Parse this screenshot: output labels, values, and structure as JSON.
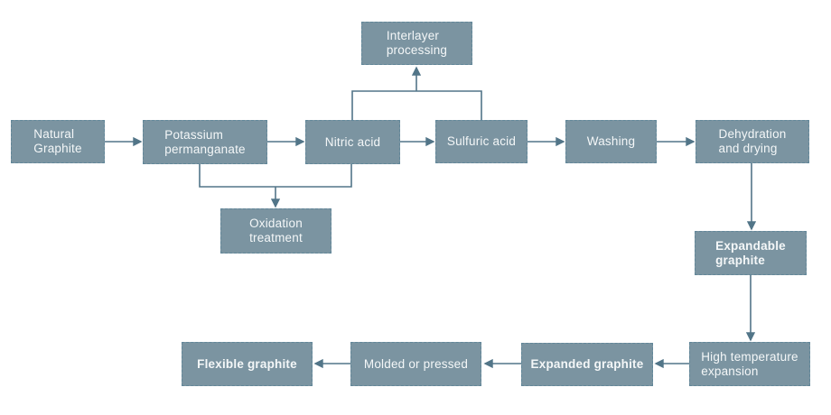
{
  "diagram": {
    "type": "flowchart",
    "subject": "graphite processing",
    "nodes": {
      "natural_graphite": {
        "label": "Natural\nGraphite"
      },
      "potassium_permanganate": {
        "label": "Potassium\npermanganate"
      },
      "nitric_acid": {
        "label": "Nitric acid"
      },
      "sulfuric_acid": {
        "label": "Sulfuric acid"
      },
      "washing": {
        "label": "Washing"
      },
      "dehydration_drying": {
        "label": "Dehydration\nand drying"
      },
      "interlayer_processing": {
        "label": "Interlayer\nprocessing"
      },
      "oxidation_treatment": {
        "label": "Oxidation\ntreatment"
      },
      "expandable_graphite": {
        "label": "Expandable\ngraphite"
      },
      "high_temperature_expansion": {
        "label": "High temperature\nexpansion"
      },
      "expanded_graphite": {
        "label": "Expanded graphite"
      },
      "molded_or_pressed": {
        "label": "Molded or pressed"
      },
      "flexible_graphite": {
        "label": "Flexible graphite"
      }
    },
    "edges": [
      {
        "from": "natural_graphite",
        "to": "potassium_permanganate",
        "arrow": true
      },
      {
        "from": "potassium_permanganate",
        "to": "nitric_acid",
        "arrow": true
      },
      {
        "from": "nitric_acid",
        "to": "sulfuric_acid",
        "arrow": true
      },
      {
        "from": "sulfuric_acid",
        "to": "washing",
        "arrow": true
      },
      {
        "from": "washing",
        "to": "dehydration_drying",
        "arrow": true
      },
      {
        "from": "nitric_acid+sulfuric_acid",
        "to": "interlayer_processing",
        "arrow": true
      },
      {
        "from": "potassium_permanganate+nitric_acid",
        "to": "oxidation_treatment",
        "arrow": true
      },
      {
        "from": "dehydration_drying",
        "to": "expandable_graphite",
        "arrow": true
      },
      {
        "from": "expandable_graphite",
        "to": "high_temperature_expansion",
        "arrow": true
      },
      {
        "from": "high_temperature_expansion",
        "to": "expanded_graphite",
        "arrow": true
      },
      {
        "from": "expanded_graphite",
        "to": "molded_or_pressed",
        "arrow": true
      },
      {
        "from": "molded_or_pressed",
        "to": "flexible_graphite",
        "arrow": true
      }
    ],
    "colors": {
      "box_fill": "#7b94a1",
      "box_border": "#628799",
      "box_text": "#f4f7f8",
      "line_color": "#527588",
      "background": "#ffffff"
    }
  }
}
